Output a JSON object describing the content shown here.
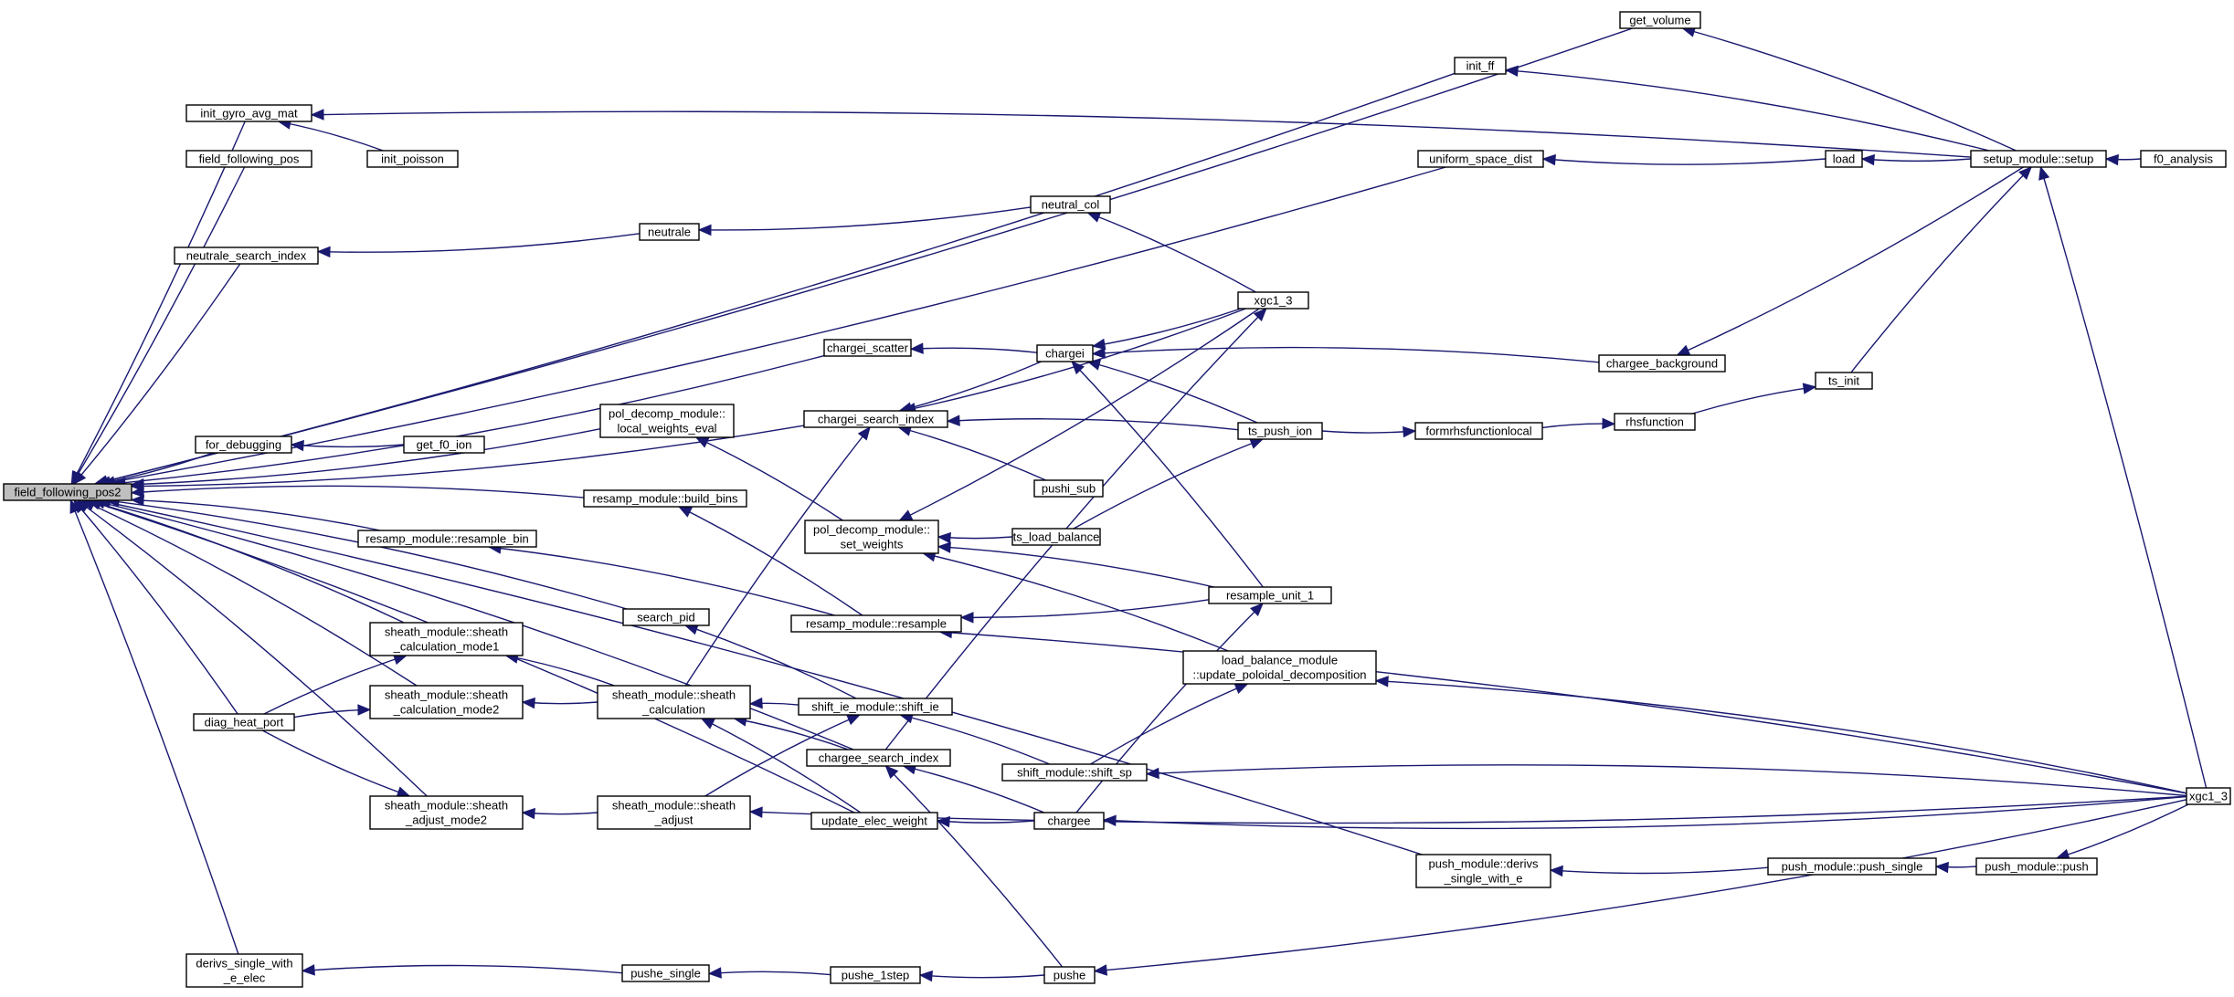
{
  "colors": {
    "edge": "#191970",
    "node_fill": "#ffffff",
    "root_fill": "#bfbfbf",
    "node_stroke": "#000000"
  },
  "nodes": [
    {
      "id": "n_root",
      "lines": [
        "field_following_pos2"
      ],
      "root": true
    },
    {
      "id": "n_get_volume",
      "lines": [
        "get_volume"
      ]
    },
    {
      "id": "n_init_ff",
      "lines": [
        "init_ff"
      ]
    },
    {
      "id": "n_init_gyro_avg_mat",
      "lines": [
        "init_gyro_avg_mat"
      ]
    },
    {
      "id": "n_init_poisson",
      "lines": [
        "init_poisson"
      ]
    },
    {
      "id": "n_field_following_pos",
      "lines": [
        "field_following_pos"
      ]
    },
    {
      "id": "n_uniform_space_dist",
      "lines": [
        "uniform_space_dist"
      ]
    },
    {
      "id": "n_load",
      "lines": [
        "load"
      ]
    },
    {
      "id": "n_setup",
      "lines": [
        "setup_module::setup"
      ]
    },
    {
      "id": "n_f0_analysis",
      "lines": [
        "f0_analysis"
      ]
    },
    {
      "id": "n_neutral_col",
      "lines": [
        "neutral_col"
      ]
    },
    {
      "id": "n_neutrale",
      "lines": [
        "neutrale"
      ]
    },
    {
      "id": "n_neutrale_search_index",
      "lines": [
        "neutrale_search_index"
      ]
    },
    {
      "id": "n_xgc1_3_a",
      "lines": [
        "xgc1_3"
      ]
    },
    {
      "id": "n_chargei_scatter",
      "lines": [
        "chargei_scatter"
      ]
    },
    {
      "id": "n_chargei",
      "lines": [
        "chargei"
      ]
    },
    {
      "id": "n_chargee_background",
      "lines": [
        "chargee_background"
      ]
    },
    {
      "id": "n_ts_init",
      "lines": [
        "ts_init"
      ]
    },
    {
      "id": "n_chargei_search_index",
      "lines": [
        "chargei_search_index"
      ]
    },
    {
      "id": "n_ts_push_ion",
      "lines": [
        "ts_push_ion"
      ]
    },
    {
      "id": "n_formrhs",
      "lines": [
        "formrhsfunctionlocal"
      ]
    },
    {
      "id": "n_rhsfunction",
      "lines": [
        "rhsfunction"
      ]
    },
    {
      "id": "n_pol_local",
      "lines": [
        "pol_decomp_module::",
        "local_weights_eval"
      ]
    },
    {
      "id": "n_for_debugging",
      "lines": [
        "for_debugging"
      ]
    },
    {
      "id": "n_get_f0_ion",
      "lines": [
        "get_f0_ion"
      ]
    },
    {
      "id": "n_pushi_sub",
      "lines": [
        "pushi_sub"
      ]
    },
    {
      "id": "n_build_bins",
      "lines": [
        "resamp_module::build_bins"
      ]
    },
    {
      "id": "n_pol_set",
      "lines": [
        "pol_decomp_module::",
        "set_weights"
      ]
    },
    {
      "id": "n_ts_load_balance",
      "lines": [
        "ts_load_balance"
      ]
    },
    {
      "id": "n_resample_bin",
      "lines": [
        "resamp_module::resample_bin"
      ]
    },
    {
      "id": "n_resample_unit_1",
      "lines": [
        "resample_unit_1"
      ]
    },
    {
      "id": "n_search_pid",
      "lines": [
        "search_pid"
      ]
    },
    {
      "id": "n_resample",
      "lines": [
        "resamp_module::resample"
      ]
    },
    {
      "id": "n_sheath_mode1",
      "lines": [
        "sheath_module::sheath",
        "_calculation_mode1"
      ]
    },
    {
      "id": "n_lb_update",
      "lines": [
        "load_balance_module",
        "::update_poloidal_decomposition"
      ]
    },
    {
      "id": "n_diag_heat_port",
      "lines": [
        "diag_heat_port"
      ]
    },
    {
      "id": "n_sheath_mode2",
      "lines": [
        "sheath_module::sheath",
        "_calculation_mode2"
      ]
    },
    {
      "id": "n_sheath_calc",
      "lines": [
        "sheath_module::sheath",
        "_calculation"
      ]
    },
    {
      "id": "n_shift_ie",
      "lines": [
        "shift_ie_module::shift_ie"
      ]
    },
    {
      "id": "n_chargee_search_index",
      "lines": [
        "chargee_search_index"
      ]
    },
    {
      "id": "n_shift_sp",
      "lines": [
        "shift_module::shift_sp"
      ]
    },
    {
      "id": "n_xgc1_3_b",
      "lines": [
        "xgc1_3"
      ]
    },
    {
      "id": "n_sheath_adjust_mode2",
      "lines": [
        "sheath_module::sheath",
        "_adjust_mode2"
      ]
    },
    {
      "id": "n_sheath_adjust",
      "lines": [
        "sheath_module::sheath",
        "_adjust"
      ]
    },
    {
      "id": "n_update_elec_weight",
      "lines": [
        "update_elec_weight"
      ]
    },
    {
      "id": "n_chargee",
      "lines": [
        "chargee"
      ]
    },
    {
      "id": "n_push_derivs",
      "lines": [
        "push_module::derivs",
        "_single_with_e"
      ]
    },
    {
      "id": "n_push_single",
      "lines": [
        "push_module::push_single"
      ]
    },
    {
      "id": "n_push",
      "lines": [
        "push_module::push"
      ]
    },
    {
      "id": "n_derivs_single",
      "lines": [
        "derivs_single_with",
        "_e_elec"
      ]
    },
    {
      "id": "n_pushe_single",
      "lines": [
        "pushe_single"
      ]
    },
    {
      "id": "n_pushe_1step",
      "lines": [
        "pushe_1step"
      ]
    },
    {
      "id": "n_pushe",
      "lines": [
        "pushe"
      ]
    }
  ]
}
